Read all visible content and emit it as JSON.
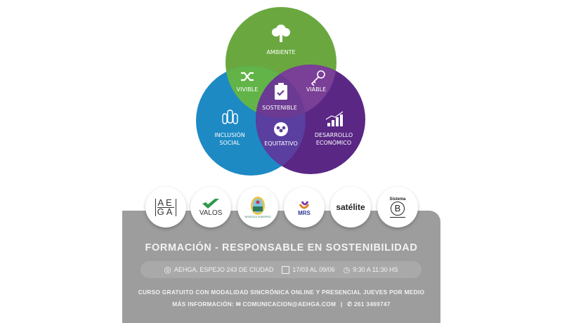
{
  "venn": {
    "ambiente": "AMBIENTE",
    "vivible": "VIVIBLE",
    "viable": "VIABLE",
    "sostenible": "SOSTENIBLE",
    "inclusion_1": "INCLUSIÓN",
    "inclusion_2": "SOCIAL",
    "equitativo": "EQUITATIVO",
    "desarrollo_1": "DESARROLLO",
    "desarrollo_2": "ECONÓMICO",
    "colors": {
      "green": "#6aa83f",
      "blue": "#1d8ac4",
      "purple": "#5a2785",
      "vivible": "#62b448",
      "viable": "#7a3f96",
      "center": "#6b3a92",
      "equitativo": "#5a3ea0"
    }
  },
  "logos": [
    {
      "name": "AEGA",
      "line1": "AE",
      "line2": "GA"
    },
    {
      "name": "VALOS",
      "text": "VALOS"
    },
    {
      "name": "Mendoza Gobierno",
      "text": "MENDOZA GOBIERNO"
    },
    {
      "name": "MRS",
      "text": "MRS"
    },
    {
      "name": "satélite",
      "text": "satélite"
    },
    {
      "name": "Sistema B",
      "top": "Sistema",
      "mark": "B"
    }
  ],
  "event": {
    "title": "FORMACIÓN - RESPONSABLE EN SOSTENIBILIDAD",
    "location": "AEHGA, ESPEJO 243 DE CIUDAD",
    "dates": "17/03 AL 09/06",
    "time": "9:30 A 11:30 HS",
    "description": "CURSO GRATUITO CON MODALIDAD SINCRÓNICA ONLINE Y PRESENCIAL JUEVES POR MEDIO",
    "more_info_label": "MÁS INFORMACIÓN:",
    "email": "COMUNICACION@AEHGA.COM",
    "separator": "|",
    "phone": "261 3469747"
  }
}
